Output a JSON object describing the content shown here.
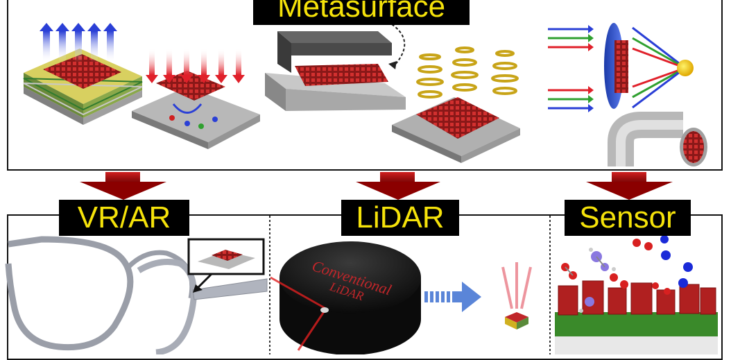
{
  "top": {
    "title": "Metasurface"
  },
  "bottom": {
    "sections": [
      {
        "label": "VR/AR"
      },
      {
        "label": "LiDAR",
        "device_text_line1": "Conventional",
        "device_text_line2": "LiDAR"
      },
      {
        "label": "Sensor"
      }
    ]
  },
  "colors": {
    "label_bg": "#000000",
    "label_text": "#f5e20a",
    "arrow_dark_red": "#8b0000",
    "meta_red": "#c0262a",
    "substrate_gray": "#9a9a9a"
  }
}
